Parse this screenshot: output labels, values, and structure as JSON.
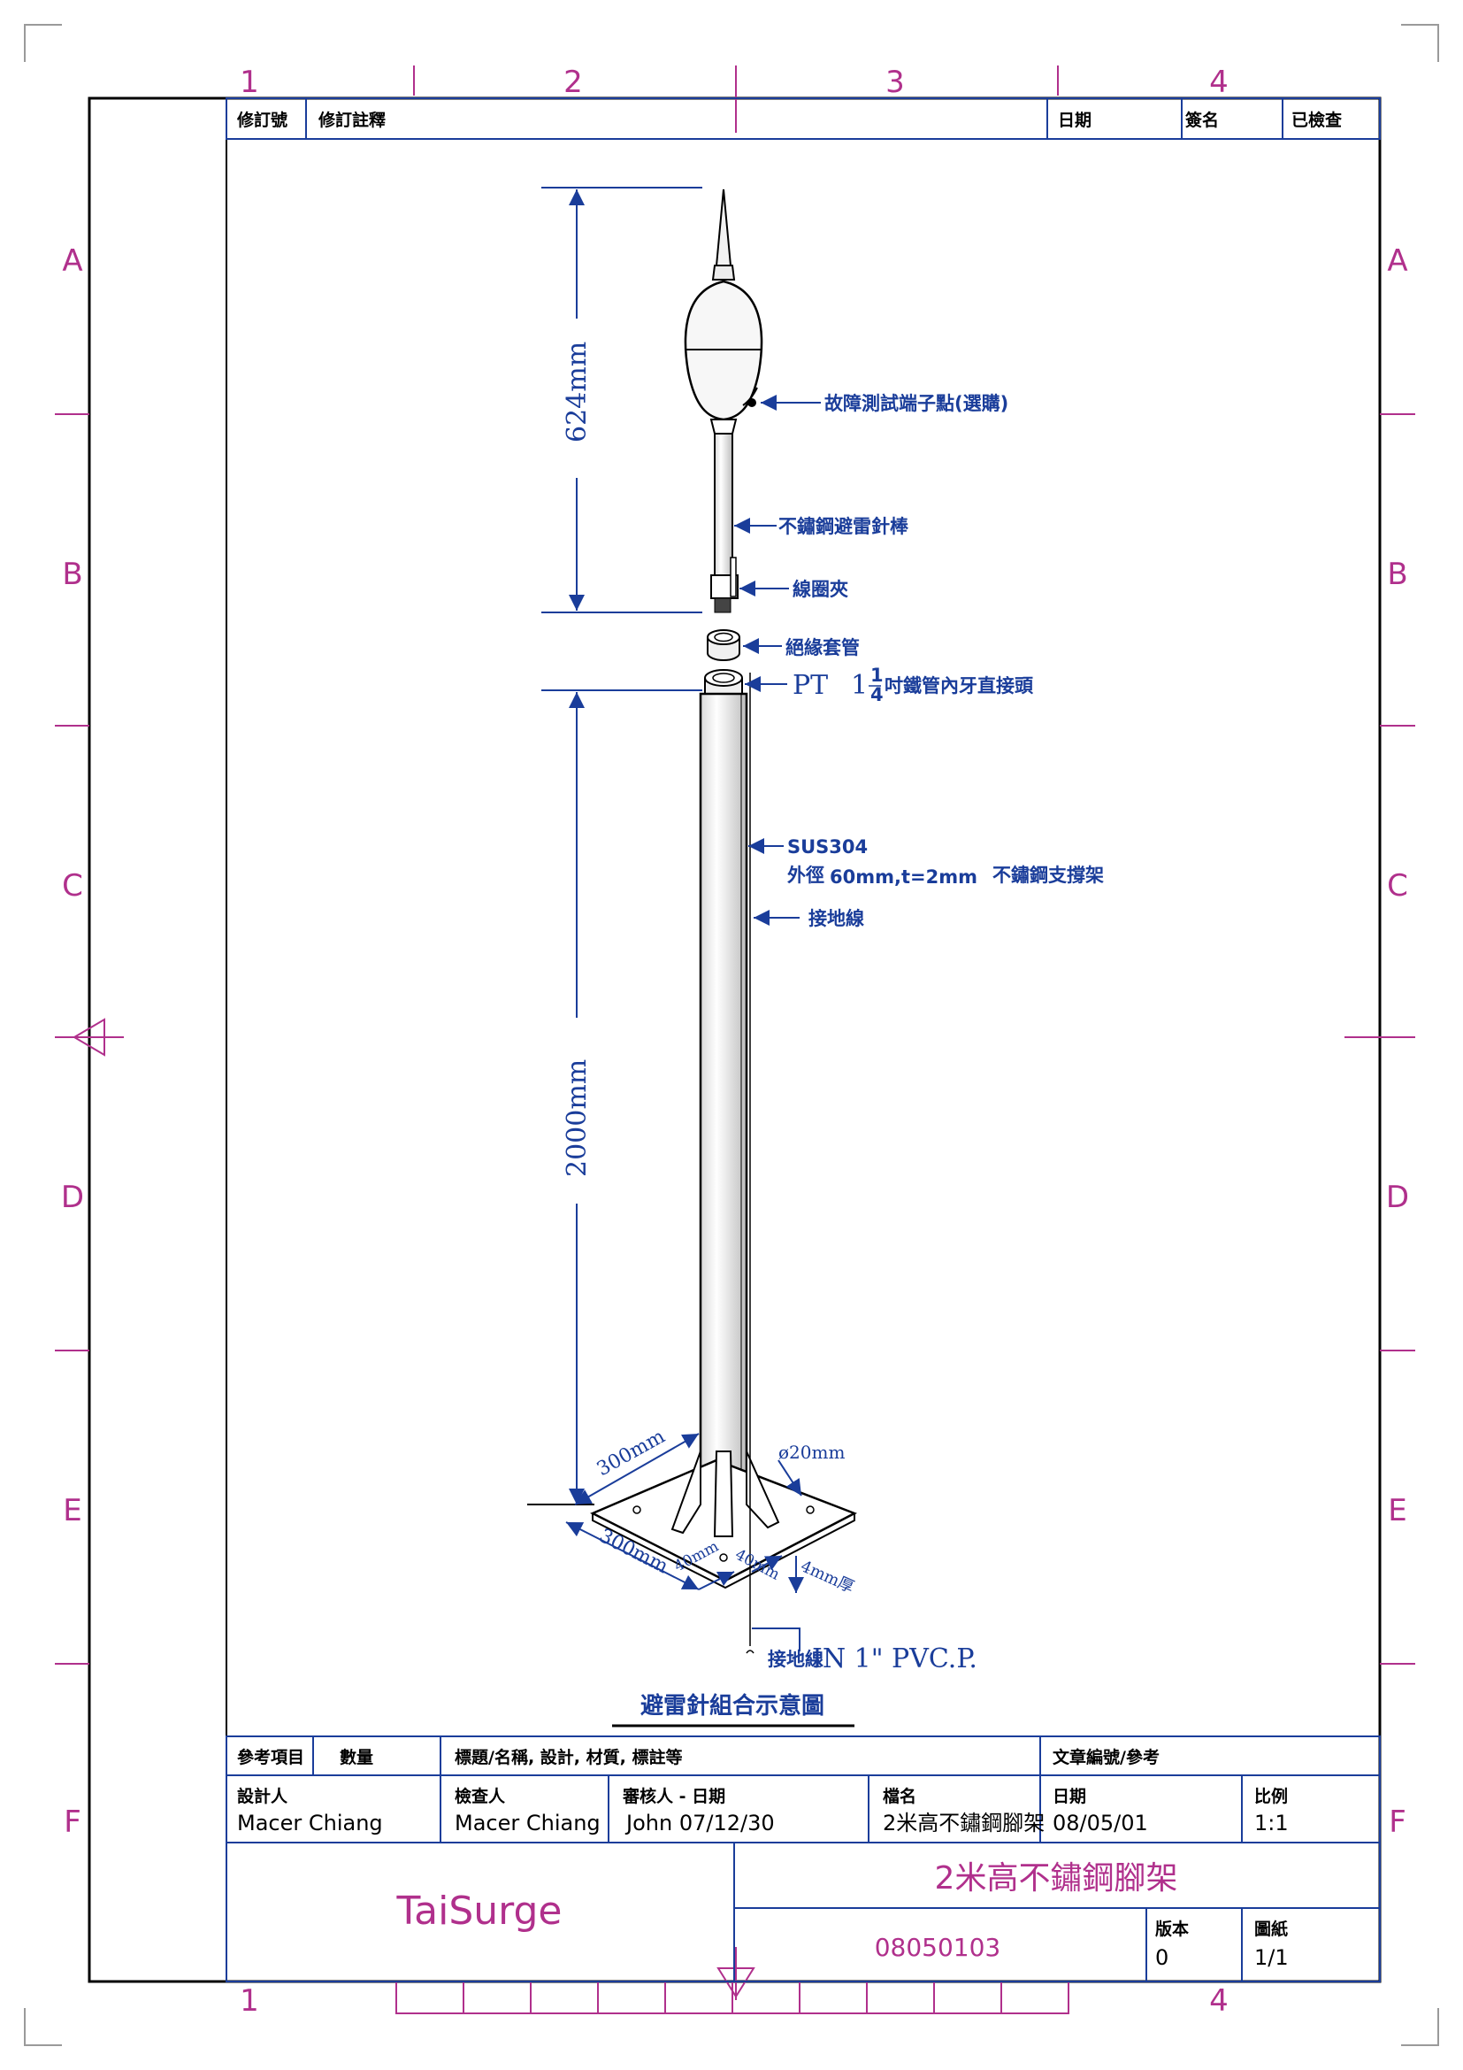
{
  "grid": {
    "columns": [
      "1",
      "2",
      "3",
      "4"
    ],
    "rows": [
      "A",
      "B",
      "C",
      "D",
      "E",
      "F"
    ]
  },
  "revision_table": {
    "rev_no": "修訂號",
    "rev_note": "修訂註釋",
    "date": "日期",
    "signature": "簽名",
    "checked": "已檢查"
  },
  "drawing": {
    "dim_top": "624mm",
    "dim_mast": "2000mm",
    "dim_base_width": "300mm",
    "dim_base_depth": "300mm",
    "dim_fin_a": "40mm",
    "dim_fin_b": "40mm",
    "dim_hole": "ø20mm",
    "dim_plate": "4mm厚",
    "callout_test_point": "故障測試端子點(選購)",
    "callout_rod": "不鏽鋼避雷針棒",
    "callout_clamp": "線圈夾",
    "callout_sleeve": "絕緣套管",
    "callout_pt_prefix": "PT",
    "callout_pt_whole": "1",
    "callout_pt_num": "1",
    "callout_pt_den": "4",
    "callout_pt_suffix": "吋鐵管內牙直接頭",
    "callout_material": "SUS304",
    "callout_od_prefix": "外徑",
    "callout_od_value": "60mm,t=2mm",
    "callout_od_suffix": "不鏽鋼支撐架",
    "callout_ground": "接地線",
    "callout_conduit_prefix": "接地線",
    "callout_conduit": "IN 1\" PVC.P.",
    "caption": "避雷針組合示意圖"
  },
  "title_block": {
    "ref_item": "參考項目",
    "quantity": "數量",
    "title_label": "標題/名稱, 設計, 材質, 標註等",
    "doc_label": "文章編號/參考",
    "designer_label": "設計人",
    "designer": "Macer Chiang",
    "checker_label": "檢查人",
    "checker": "Macer Chiang",
    "approver_label": "審核人 - 日期",
    "approver": "John 07/12/30",
    "filename_label": "檔名",
    "filename": "2米高不鏽鋼腳架",
    "date_label": "日期",
    "date": "08/05/01",
    "scale_label": "比例",
    "scale": "1:1",
    "company": "TaiSurge",
    "drawing_title": "2米高不鏽鋼腳架",
    "drawing_number": "08050103",
    "version_label": "版本",
    "version": "0",
    "sheet_label": "圖紙",
    "sheet": "1/1"
  },
  "colors": {
    "frame": "#000000",
    "grid": "#b0308c",
    "dimension": "#1a3d9a",
    "titleblock_lines": "#1a3d9a"
  }
}
